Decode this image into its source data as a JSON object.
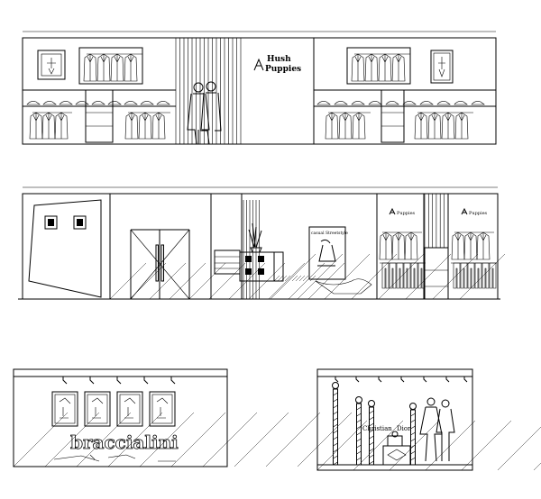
{
  "drawings": {
    "top": {
      "brand_line1": "Hush",
      "brand_line2": "Puppies"
    },
    "middle": {
      "sign_left": "Puppies",
      "sign_right": "Puppies",
      "poster_title": "casual Streetstyle"
    },
    "bottom_left": {
      "brand": "braccialini"
    },
    "bottom_right": {
      "brand_word1": "Christian",
      "brand_word2": "Dior"
    }
  }
}
